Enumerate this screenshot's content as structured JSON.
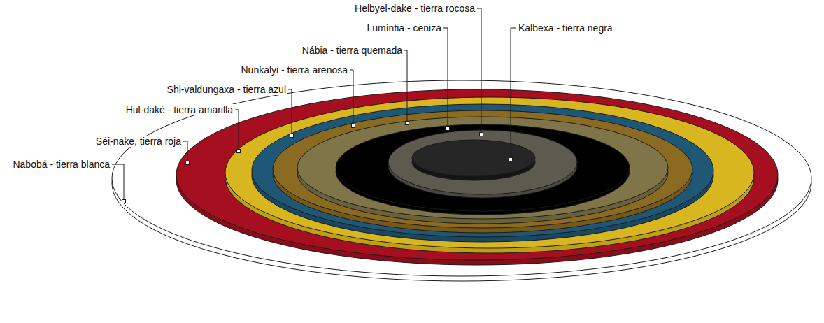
{
  "diagram": {
    "labels": [
      "Helbyel-dake - tierra rocosa",
      "Lumíntia - ceniza",
      "Kalbexa - tierra negra",
      "Nábia - tierra quemada",
      "Nunkalyi - tierra arenosa",
      "Shi-valdungaxa - tierra azul",
      "Hul-daké - tierra amarilla",
      "Séi-nake, tierra roja",
      "Nabobá - tierra blanca"
    ]
  }
}
